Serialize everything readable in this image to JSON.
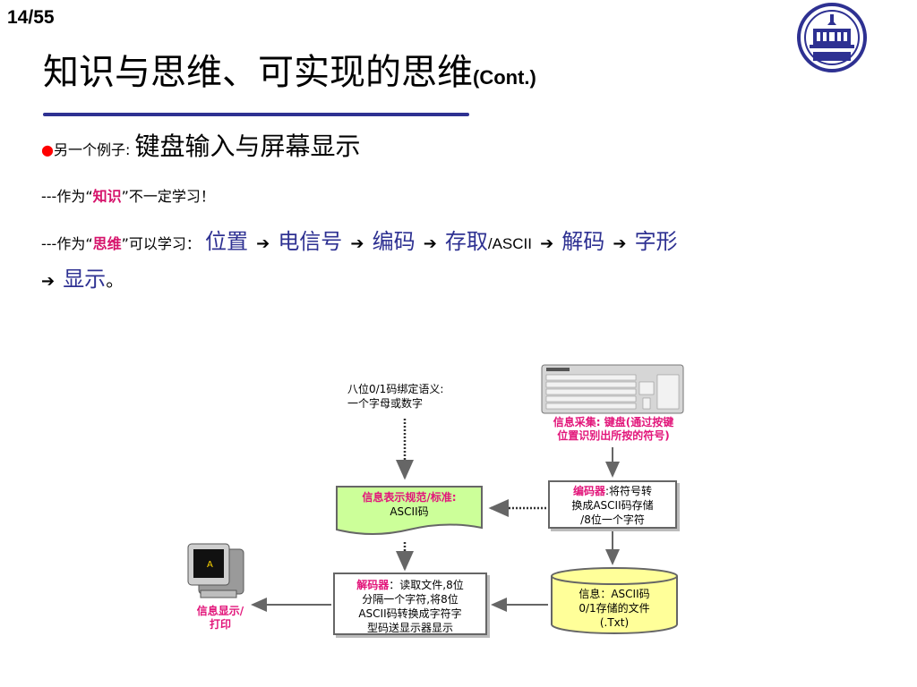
{
  "slide": {
    "page_number": "14/55",
    "title_main": "知识与思维、可实现的思维",
    "title_suffix": "(Cont.)"
  },
  "body": {
    "line1_bullet": "●",
    "line1_small": "另一个例子:",
    "line1_big": "键盘输入与屏幕显示",
    "line2_prefix": "---作为“",
    "line2_highlight": "知识",
    "line2_suffix": "”不一定学习！",
    "line3_prefix": "---作为“",
    "line3_highlight": "思维",
    "line3_suffix": "”可以学习：",
    "steps": [
      "位置",
      "电信号",
      "编码",
      "存取",
      "解码",
      "字形",
      "显示"
    ],
    "ascii_label": "/ASCII",
    "arrow": "➔",
    "end_punct": "。"
  },
  "diagram": {
    "note_line1": "八位0/1码绑定语义:",
    "note_line2": "一个字母或数字",
    "keyboard_caption_line1": "信息采集: 键盘(通过按键",
    "keyboard_caption_line2": "位置识别出所按的符号)",
    "standard_title": "信息表示规范/标准:",
    "standard_body": "ASCII码",
    "encoder_title": "编码器",
    "encoder_line1": ":将符号转",
    "encoder_line2": "换成ASCII码存储",
    "encoder_line3": "/8位一个字符",
    "decoder_title": "解码器",
    "decoder_line1": "：读取文件,8位",
    "decoder_line2": "分隔一个字符,将8位",
    "decoder_line3": "ASCII码转换成字符字",
    "decoder_line4": "型码送显示器显示",
    "storage_line1": "信息：ASCII码",
    "storage_line2": "0/1存储的文件",
    "storage_line3": "(.Txt)",
    "monitor_caption_line1": "信息显示/",
    "monitor_caption_line2": "打印",
    "colors": {
      "title_rule": "#2e3192",
      "highlight_red": "#d6136b",
      "step_blue": "#2e3192",
      "label_pink": "#e2157a",
      "standard_fill": "#ccff99",
      "storage_fill": "#ffff99"
    }
  }
}
